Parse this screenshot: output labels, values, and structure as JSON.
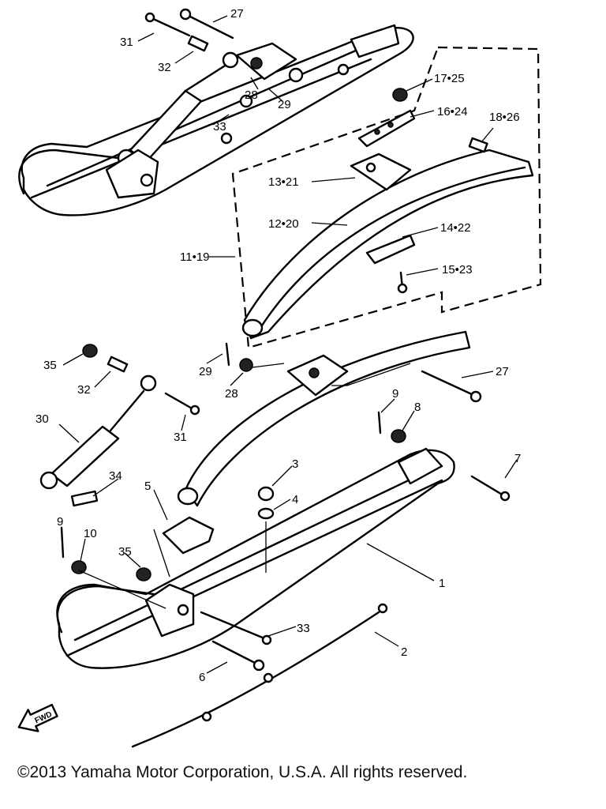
{
  "callouts": {
    "c27a": "27",
    "c31a": "31",
    "c32a": "32",
    "c28a": "28",
    "c29a": "29",
    "c33a": "33",
    "c17_25": "17•25",
    "c16_24": "16•24",
    "c18_26": "18•26",
    "c13_21": "13•21",
    "c12_20": "12•20",
    "c14_22": "14•22",
    "c15_23": "15•23",
    "c11_19": "11•19",
    "c35a": "35",
    "c32b": "32",
    "c30": "30",
    "c31b": "31",
    "c29b": "29",
    "c28b": "28",
    "c27b": "27",
    "c9a": "9",
    "c8": "8",
    "c7": "7",
    "c3": "3",
    "c4": "4",
    "c34": "34",
    "c5": "5",
    "c9b": "9",
    "c10": "10",
    "c35b": "35",
    "c1": "1",
    "c33b": "33",
    "c2": "2",
    "c6": "6"
  },
  "front_arrow_label": "FWD",
  "copyright": "©2013 Yamaha Motor Corporation, U.S.A. All rights reserved."
}
